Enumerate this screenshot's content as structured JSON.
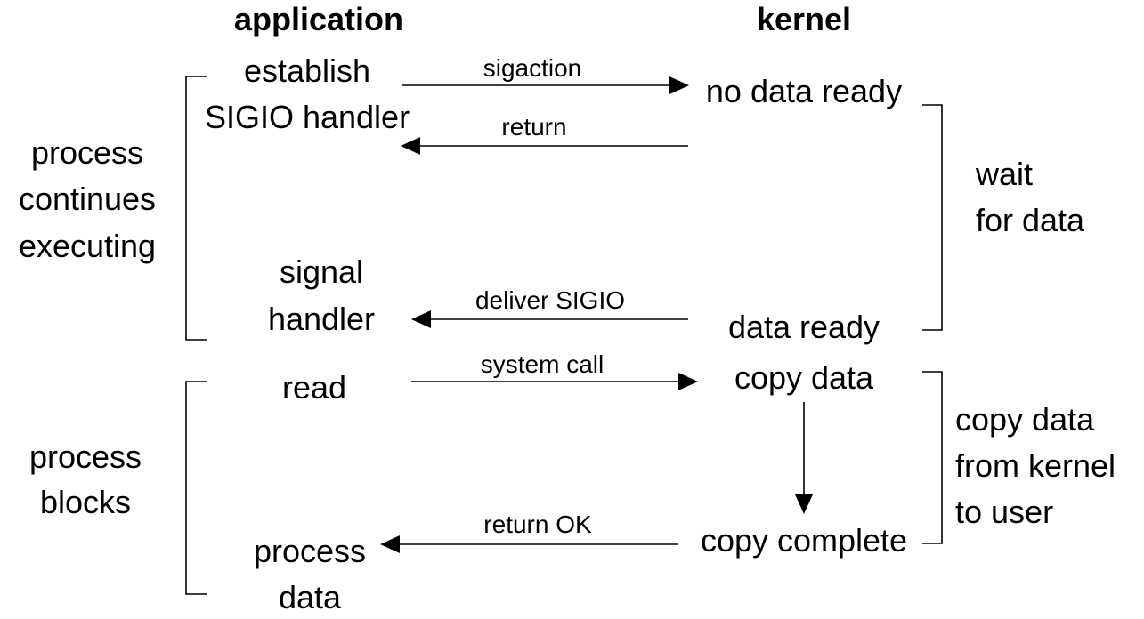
{
  "headers": {
    "application": "application",
    "kernel": "kernel"
  },
  "application_steps": {
    "establish_line1": "establish",
    "establish_line2": "SIGIO handler",
    "signal_line1": "signal",
    "signal_line2": "handler",
    "read": "read",
    "process_line1": "process",
    "process_line2": "data"
  },
  "kernel_states": {
    "no_data_ready": "no data ready",
    "data_ready": "data ready",
    "copy_data": "copy data",
    "copy_complete": "copy complete"
  },
  "arrows": {
    "sigaction": "sigaction",
    "return": "return",
    "deliver_sigio": "deliver SIGIO",
    "system_call": "system call",
    "return_ok": "return OK"
  },
  "left_brackets": {
    "continues_line1": "process",
    "continues_line2": "continues",
    "continues_line3": "executing",
    "blocks_line1": "process",
    "blocks_line2": "blocks"
  },
  "right_brackets": {
    "wait_line1": "wait",
    "wait_line2": "for data",
    "copy_line1": "copy data",
    "copy_line2": "from kernel",
    "copy_line3": "to user"
  },
  "colors": {
    "foreground": "#000000",
    "background": "#ffffff"
  }
}
